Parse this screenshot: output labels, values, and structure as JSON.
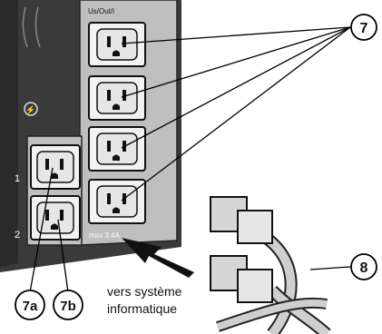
{
  "panel_label": "Us/Out/i",
  "bank_labels": [
    "1",
    "2"
  ],
  "max_label": "max 3.4A",
  "callouts": [
    {
      "id": "7",
      "label": "7"
    },
    {
      "id": "7a",
      "label": "7a"
    },
    {
      "id": "7b",
      "label": "7b"
    },
    {
      "id": "8",
      "label": "8"
    }
  ],
  "caption": {
    "line1": "vers système",
    "line2": "informatique"
  },
  "colors": {
    "panel": "#3c3c3c",
    "panel_dark": "#1f1f1f",
    "outlet": "#2b2b2b",
    "leader": "#000000"
  }
}
